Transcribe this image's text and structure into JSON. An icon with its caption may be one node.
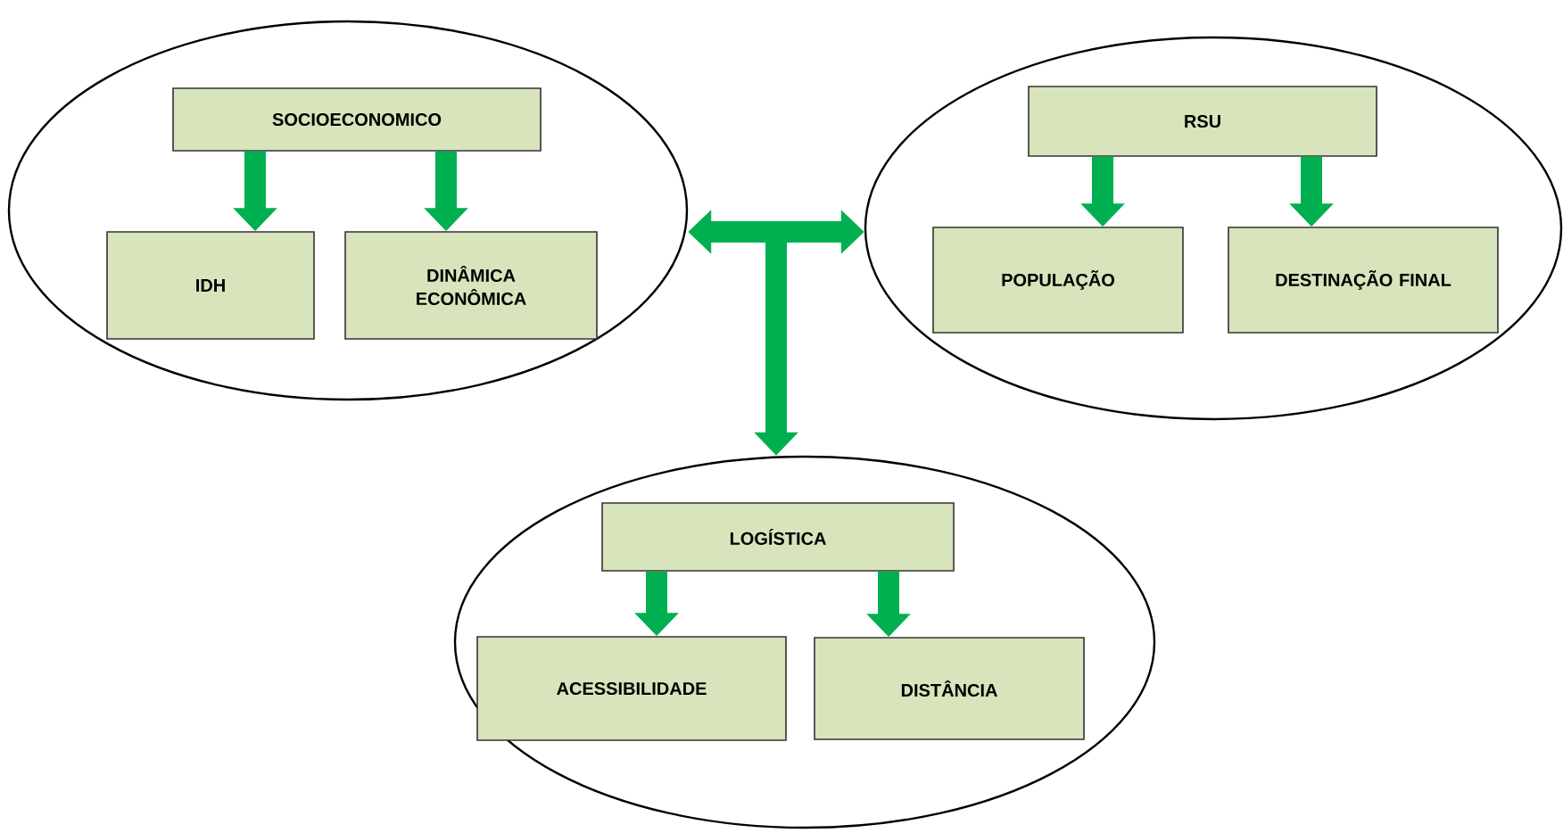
{
  "diagram": {
    "nodes": [
      {
        "text": [],
        "shape": "ellipse"
      },
      {
        "text": [
          "SOCIOECONOMICO"
        ],
        "in": 0
      },
      {
        "text": [
          "IDH"
        ],
        "in": 0
      },
      {
        "text": [
          "DINÂMICA ECONÔMICA"
        ],
        "in": 0
      },
      {
        "text": [],
        "shape": "ellipse"
      },
      {
        "text": [
          "RSU"
        ],
        "in": 4
      },
      {
        "text": [
          "POPULAÇÃO"
        ],
        "in": 4
      },
      {
        "text": [
          "DESTINAÇÃO FINAL"
        ],
        "in": 4
      },
      {
        "text": [],
        "shape": "ellipse"
      },
      {
        "text": [
          "LOGÍSTICA"
        ],
        "in": 8
      },
      {
        "text": [
          "ACESSIBILIDADE"
        ],
        "in": 8
      },
      {
        "text": [
          "DISTÂNCIA"
        ],
        "in": 8
      }
    ],
    "edges": [
      {
        "from": 1,
        "to": 2,
        "arrow": "to"
      },
      {
        "from": 1,
        "to": 3,
        "arrow": "to"
      },
      {
        "from": 5,
        "to": 6,
        "arrow": "to"
      },
      {
        "from": 5,
        "to": 7,
        "arrow": "to"
      },
      {
        "from": 9,
        "to": 10,
        "arrow": "to"
      },
      {
        "from": 9,
        "to": 11,
        "arrow": "to"
      },
      {
        "from": null,
        "to": 0,
        "arrow": "to"
      },
      {
        "from": null,
        "to": 4,
        "arrow": "to"
      },
      {
        "from": null,
        "to": 8,
        "arrow": "to"
      }
    ]
  }
}
